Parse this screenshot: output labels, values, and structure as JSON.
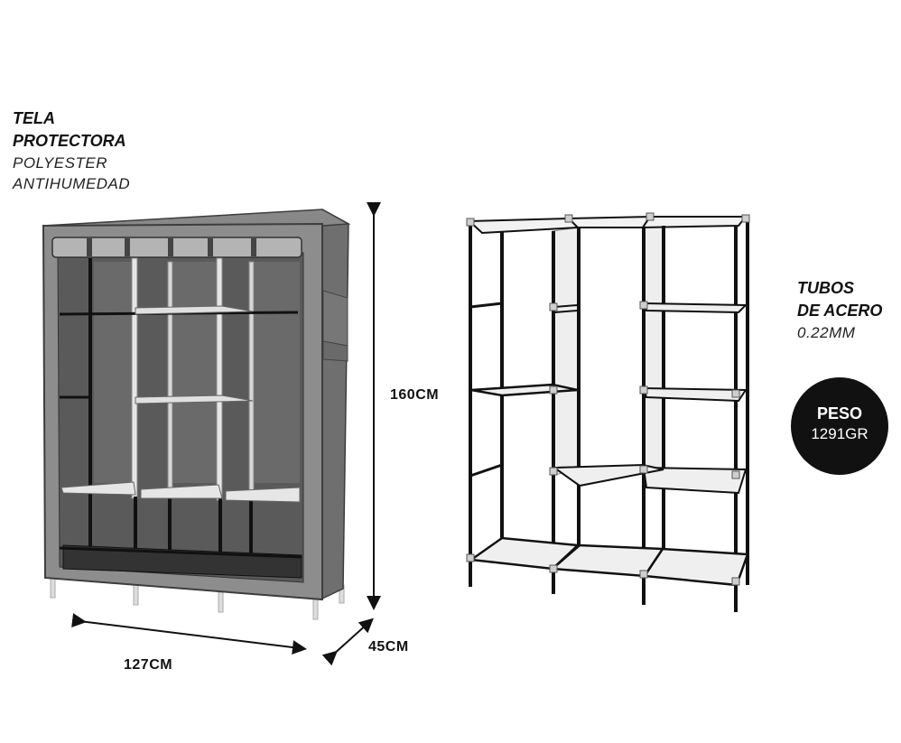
{
  "labels": {
    "fabric_line1": "TELA",
    "fabric_line2": "PROTECTORA",
    "fabric_line3": "POLYESTER",
    "fabric_line4": "ANTIHUMEDAD",
    "tubes_line1": "TUBOS",
    "tubes_line2": "DE ACERO",
    "tubes_line3": "0.22MM",
    "weight_title": "PESO",
    "weight_value": "1291GR"
  },
  "dimensions": {
    "height": "160CM",
    "width": "127CM",
    "depth": "45CM"
  },
  "colors": {
    "cover": "#8a8a8a",
    "cover_dark": "#5e5e5e",
    "frame": "#111111",
    "shelf": "#e9e9e9",
    "badge": "#111111"
  }
}
